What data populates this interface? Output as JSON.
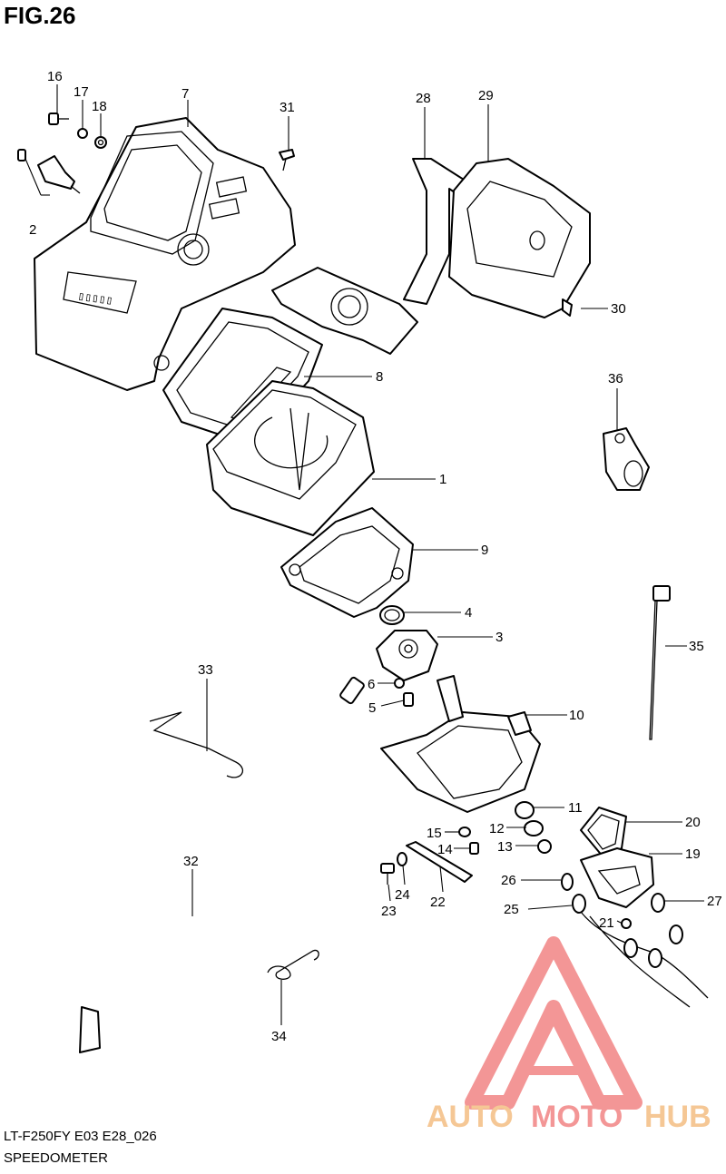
{
  "fig_title": "FIG.26",
  "model_code": "LT-F250FY E03 E28_026",
  "caption": "SPEEDOMETER",
  "watermark": {
    "text_a": "AUTO",
    "text_b": "MOTO",
    "text_c": "HUB",
    "color_red": "#f28b8b",
    "color_orange": "#f5c28a"
  },
  "callouts": [
    {
      "id": "1",
      "label": "1"
    },
    {
      "id": "2",
      "label": "2"
    },
    {
      "id": "3",
      "label": "3"
    },
    {
      "id": "4",
      "label": "4"
    },
    {
      "id": "5",
      "label": "5"
    },
    {
      "id": "6",
      "label": "6"
    },
    {
      "id": "7",
      "label": "7"
    },
    {
      "id": "8",
      "label": "8"
    },
    {
      "id": "9",
      "label": "9"
    },
    {
      "id": "10",
      "label": "10"
    },
    {
      "id": "11",
      "label": "11"
    },
    {
      "id": "12",
      "label": "12"
    },
    {
      "id": "13",
      "label": "13"
    },
    {
      "id": "14",
      "label": "14"
    },
    {
      "id": "15",
      "label": "15"
    },
    {
      "id": "16",
      "label": "16"
    },
    {
      "id": "17",
      "label": "17"
    },
    {
      "id": "18",
      "label": "18"
    },
    {
      "id": "19",
      "label": "19"
    },
    {
      "id": "20",
      "label": "20"
    },
    {
      "id": "21",
      "label": "21"
    },
    {
      "id": "22",
      "label": "22"
    },
    {
      "id": "23",
      "label": "23"
    },
    {
      "id": "24",
      "label": "24"
    },
    {
      "id": "25",
      "label": "25"
    },
    {
      "id": "26",
      "label": "26"
    },
    {
      "id": "27",
      "label": "27"
    },
    {
      "id": "28",
      "label": "28"
    },
    {
      "id": "29",
      "label": "29"
    },
    {
      "id": "30",
      "label": "30"
    },
    {
      "id": "31",
      "label": "31"
    },
    {
      "id": "32",
      "label": "32"
    },
    {
      "id": "33",
      "label": "33"
    },
    {
      "id": "34",
      "label": "34"
    },
    {
      "id": "35",
      "label": "35"
    },
    {
      "id": "36",
      "label": "36"
    }
  ]
}
